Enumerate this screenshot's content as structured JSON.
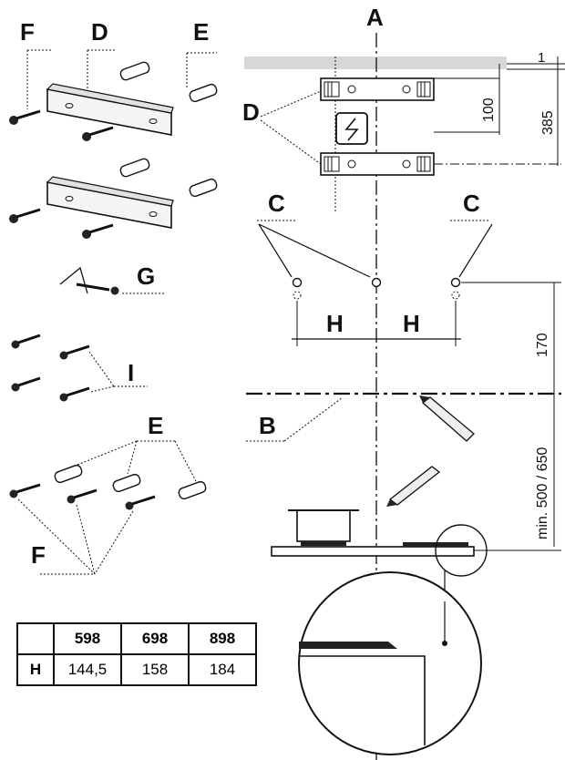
{
  "labels": {
    "A": "A",
    "B": "B",
    "C_left": "C",
    "C_right": "C",
    "D_top": "D",
    "D_mid": "D",
    "E_top": "E",
    "E_bottom": "E",
    "F_top": "F",
    "F_bottom": "F",
    "G": "G",
    "H_left": "H",
    "H_right": "H",
    "I": "I"
  },
  "dimensions": {
    "d1": "1",
    "d100": "100",
    "d385": "385",
    "d170": "170",
    "dmin": "min. 500 / 650"
  },
  "table": {
    "headers": [
      "",
      "598",
      "698",
      "898"
    ],
    "row": [
      "H",
      "144,5",
      "158",
      "184"
    ]
  },
  "colors": {
    "ink": "#111111",
    "cabinet": "#d8d8d8"
  }
}
